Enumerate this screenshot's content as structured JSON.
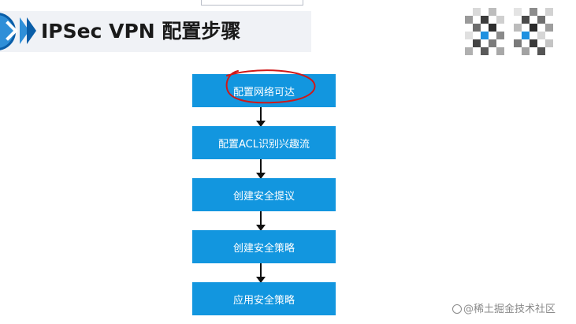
{
  "title": "IPSec VPN 配置步骤",
  "steps": [
    {
      "label": "配置网络可达"
    },
    {
      "label": "配置ACL识别兴趣流"
    },
    {
      "label": "创建安全提议"
    },
    {
      "label": "创建安全策略"
    },
    {
      "label": "应用安全策略"
    }
  ],
  "watermark": "@稀土掘金技术社区",
  "colors": {
    "step_fill": "#1296df",
    "title_accent": "#2f8fd8",
    "annotation": "#d01818"
  }
}
